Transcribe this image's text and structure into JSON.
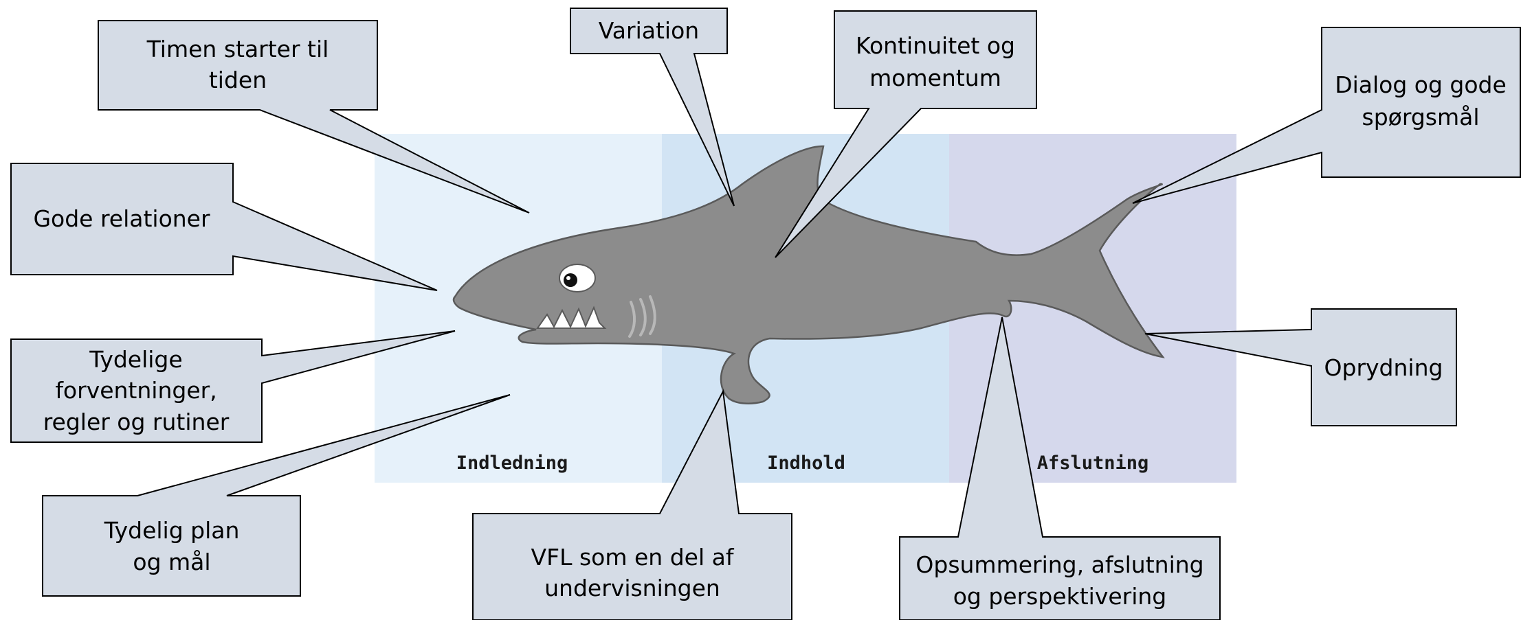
{
  "sections": [
    {
      "label": "Indledning",
      "color": "#e6f1fa"
    },
    {
      "label": "Indhold",
      "color": "#d2e4f4"
    },
    {
      "label": "Afslutning",
      "color": "#d5d8ec"
    }
  ],
  "callouts": {
    "timen": [
      "Timen starter til",
      "tiden"
    ],
    "variation": [
      "Variation"
    ],
    "kontinuitet": [
      "Kontinuitet og",
      "momentum"
    ],
    "dialog": [
      "Dialog og gode",
      "spørgsmål"
    ],
    "relationer": [
      "Gode relationer"
    ],
    "forventninger": [
      "Tydelige",
      "forventninger,",
      "regler og rutiner"
    ],
    "plan": [
      "Tydelig plan",
      "og mål"
    ],
    "vfl": [
      "VFL som en del af",
      "undervisningen"
    ],
    "opsummering": [
      "Opsummering, afslutning",
      "og perspektivering"
    ],
    "oprydning": [
      "Oprydning"
    ]
  },
  "colors": {
    "callout_fill": "#d5dce6",
    "shark": "#8c8c8c"
  }
}
